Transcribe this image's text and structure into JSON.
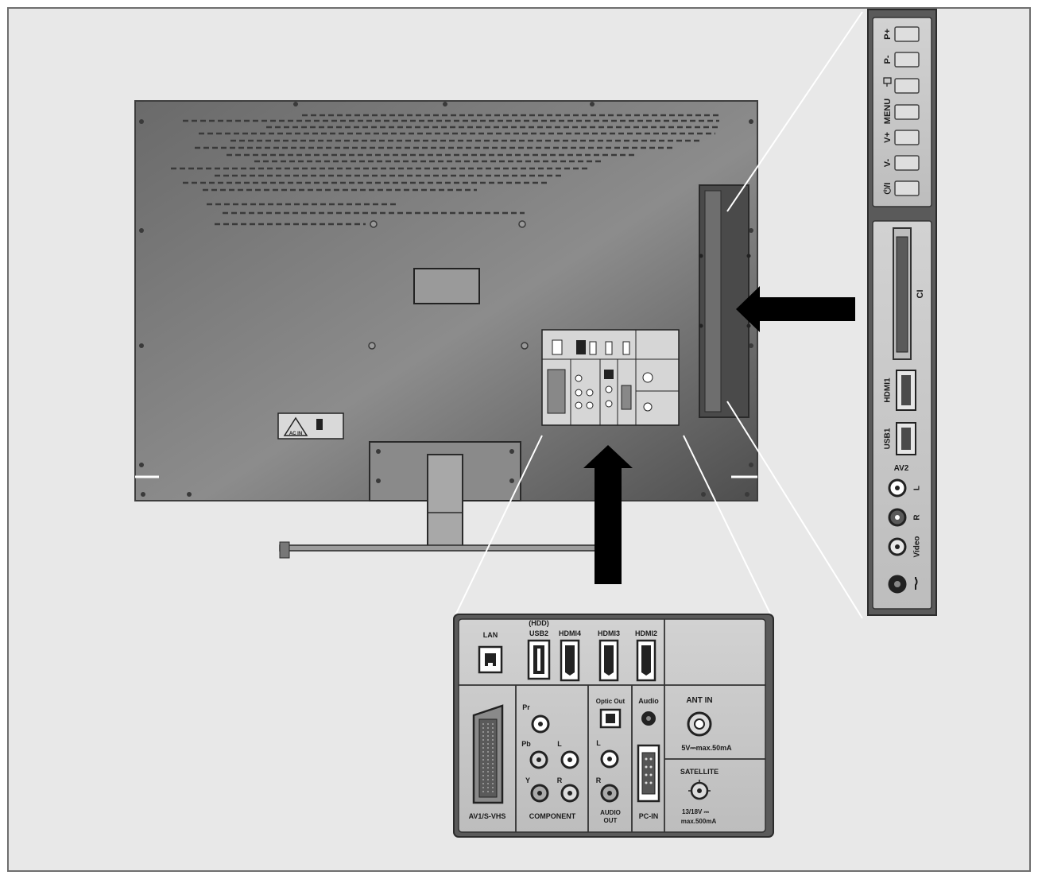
{
  "colors": {
    "page": "#e8e8e8",
    "border": "#6e6e6e",
    "tv_body": "#5c5c5c",
    "panel": "#c9c9c9",
    "panel_dark": "#5a5a5a",
    "arrow": "#000000",
    "ink": "#1b1b1b"
  },
  "side_panel": {
    "buttons": [
      "P+",
      "P-",
      "MENU",
      "V+",
      "V-",
      "⏻/I"
    ],
    "ci_label": "CI",
    "hdmi_label": "HDMI1",
    "usb_label": "USB1",
    "av_label": "AV2",
    "jack_labels": [
      "L",
      "R",
      "Video"
    ],
    "headphone_icon": "headphone-icon"
  },
  "bottom_panel": {
    "top_row": {
      "lan": "LAN",
      "usb_hdd": "(HDD)",
      "usb": "USB2",
      "hdmi4": "HDMI4",
      "hdmi3": "HDMI3",
      "hdmi2": "HDMI2"
    },
    "scart_label": "AV1/S-VHS",
    "component": {
      "label": "COMPONENT",
      "jacks": [
        "Pr",
        "Pb",
        "Y",
        "L",
        "R"
      ]
    },
    "optic_label": "Optic Out",
    "audio_out": {
      "label_line1": "AUDIO",
      "label_line2": "OUT",
      "jacks": [
        "L",
        "R"
      ]
    },
    "audio_label": "Audio",
    "pc_in_label": "PC-IN",
    "antenna": {
      "label": "ANT IN",
      "spec": "5V⎓max.50mA"
    },
    "satellite": {
      "label": "SATELLITE",
      "spec_line1": "13/18V ⎓",
      "spec_line2": "max.500mA"
    }
  },
  "tv_back": {
    "power_label": "AC IN"
  }
}
